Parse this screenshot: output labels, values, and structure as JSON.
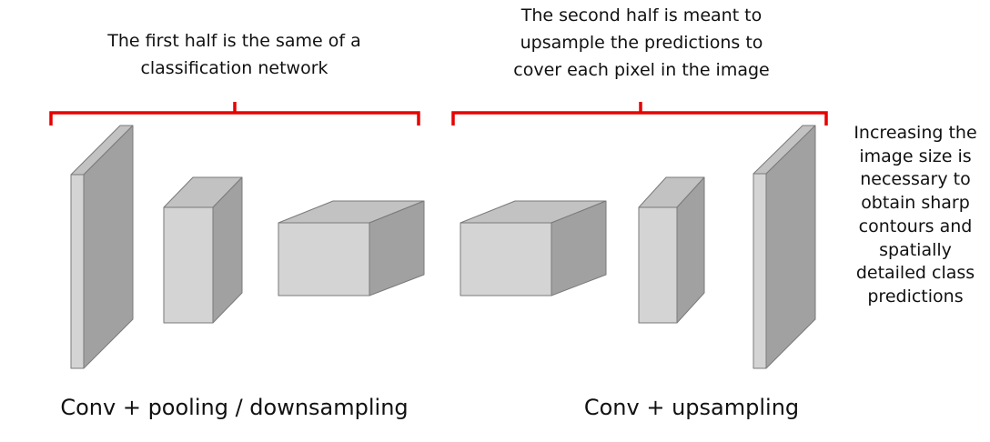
{
  "notes": {
    "left": [
      "The first half is the same of a",
      "classification network"
    ],
    "right": [
      "The second half is meant to",
      "upsample the predictions to",
      "cover each pixel in the image"
    ],
    "side": [
      "Increasing the",
      "image size is",
      "necessary to",
      "obtain sharp",
      "contours and",
      "spatially",
      "detailed class",
      "predictions"
    ]
  },
  "captions": {
    "left": "Conv + pooling / downsampling",
    "right": "Conv +  upsampling"
  },
  "colors": {
    "bracket": "#e60000",
    "face_front": "#d4d4d4",
    "face_top": "#c2c2c2",
    "face_side": "#a1a1a1",
    "edge": "#7a7a7a"
  }
}
